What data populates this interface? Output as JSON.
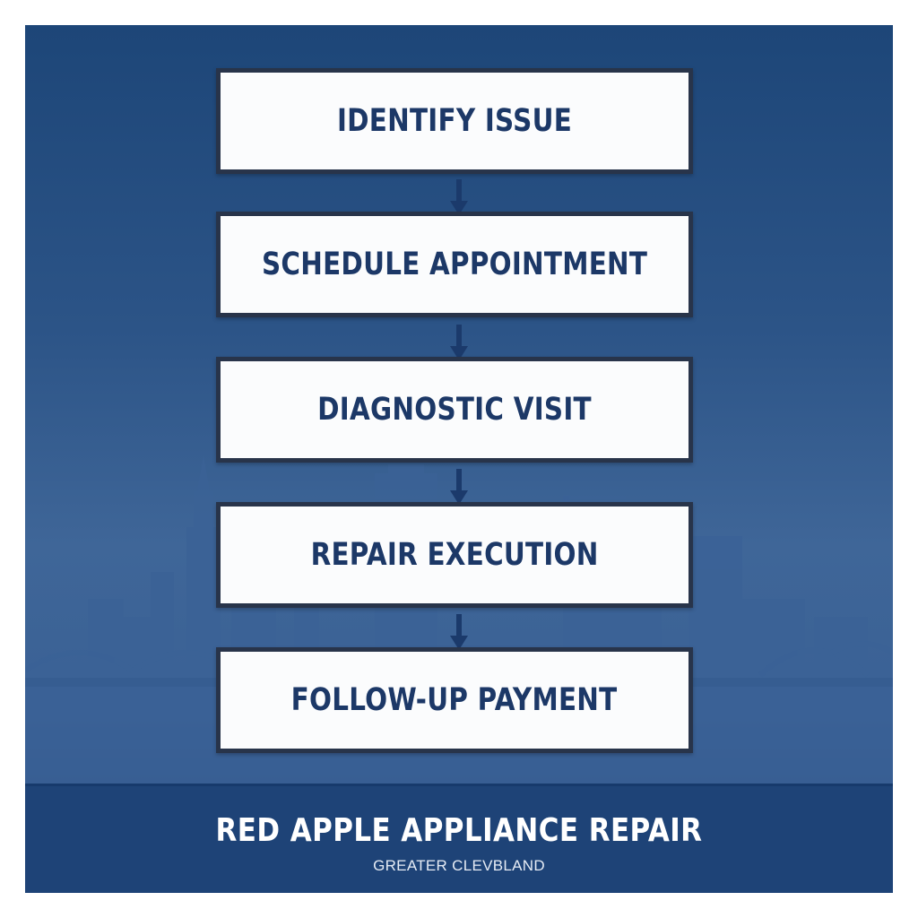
{
  "flow": {
    "steps": [
      {
        "label": "IDENTIFY ISSUE"
      },
      {
        "label": "SCHEDULE APPOINTMENT"
      },
      {
        "label": "DIAGNOSTIC VISIT"
      },
      {
        "label": "REPAIR EXECUTION"
      },
      {
        "label": "FOLLOW-UP PAYMENT"
      }
    ]
  },
  "footer": {
    "company": "RED APPLE APPLIANCE REPAIR",
    "region": "GREATER CLEVBLAND"
  },
  "colors": {
    "background": "#2c5487",
    "box_border": "#28344a",
    "box_text": "#1c3867",
    "arrow": "#1b3a6b",
    "footer_band": "#1e4377"
  },
  "icons": {
    "connector": "down-arrow-icon"
  }
}
